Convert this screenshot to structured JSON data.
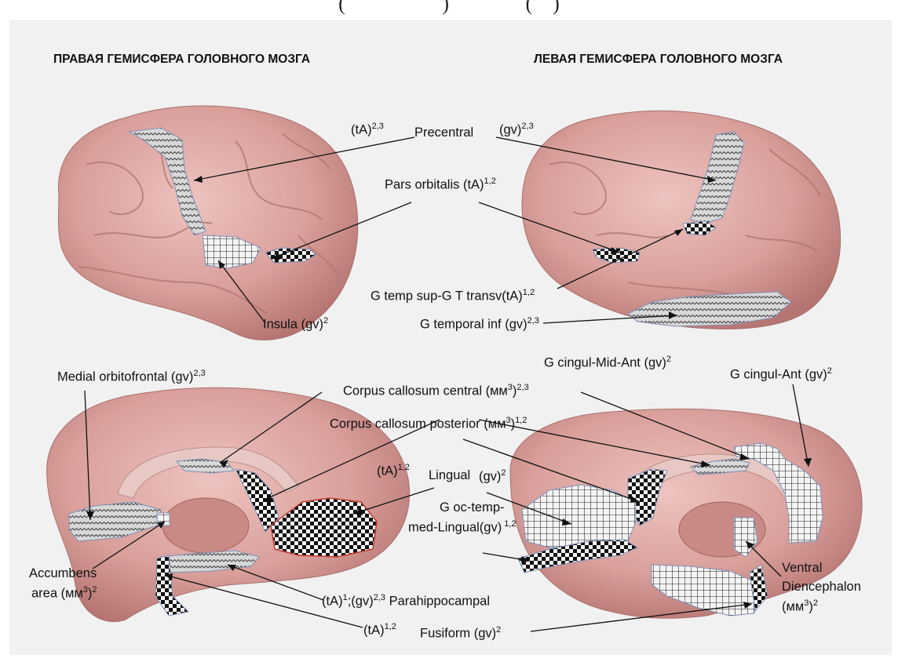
{
  "caption": "(                   )               (    )",
  "titles": {
    "right_hemisphere": "ПРАВАЯ ГЕМИСФЕРА ГОЛОВНОГО МОЗГА",
    "left_hemisphere": "ЛЕВАЯ ГЕМИСФЕРА ГОЛОВНОГО МОЗГА"
  },
  "colors": {
    "brain": "#d9a09c",
    "brain_dark": "#b97a76",
    "brain_light": "#ecc3bf",
    "pattern_border": "#7f8fb5",
    "background_panel": "#f1f1f1"
  },
  "labels": {
    "precentral_right": {
      "text": "(tA)",
      "sup": "2,3"
    },
    "precentral_name": {
      "text": "Precentral"
    },
    "precentral_left": {
      "text": "(gv)",
      "sup": "2,3"
    },
    "pars_orbitalis": {
      "text": "Pars orbitalis (tA)",
      "sup": "1,2"
    },
    "g_temp_sup": {
      "text": "G temp sup-G T transv(tA)",
      "sup": "1,2"
    },
    "insula": {
      "text": "Insula (gv)",
      "sup": "2"
    },
    "g_temporal_inf": {
      "text": "G temporal inf (gv)",
      "sup": "2,3"
    },
    "medial_orbitofrontal": {
      "text": "Medial orbitofrontal (gv)",
      "sup": "2,3"
    },
    "g_cingul_mid_ant": {
      "text": "G cingul-Mid-Ant (gv)",
      "sup": "2"
    },
    "g_cingul_ant": {
      "text": "G cingul-Ant (gv)",
      "sup": "2"
    },
    "cc_central": {
      "text": "Corpus callosum central (мм",
      "sup_mid": "3",
      "text2": ")",
      "sup": "2,3"
    },
    "cc_posterior": {
      "text": "Corpus callosum posterior (мм",
      "sup_mid": "3",
      "text2": ")",
      "sup": "1,2"
    },
    "lingual_ta": {
      "text": "(tA)",
      "sup": "1,2"
    },
    "lingual_name": {
      "text": "Lingual"
    },
    "lingual_gv": {
      "text": "(gv)",
      "sup": "2"
    },
    "g_oc_temp_line1": {
      "text": "G oc-temp-"
    },
    "g_oc_temp_line2": {
      "text": "med-Lingual(gv)",
      "sup": " 1,2"
    },
    "accumbens_line1": {
      "text": "Accumbens"
    },
    "accumbens_line2": {
      "text": "area (мм",
      "sup_mid": "3",
      "text2": ")",
      "sup": "2"
    },
    "parahippocampal": {
      "text": "(tA)",
      "sup_mid": "1",
      "text2": ";(gv)",
      "sup": "2,3",
      "text3": " Parahippocampal"
    },
    "ventral_line1": {
      "text": "Ventral"
    },
    "ventral_line2": {
      "text": "Diencephalon"
    },
    "ventral_line3": {
      "text": "(мм",
      "sup_mid": "3",
      "text2": ")",
      "sup": "2"
    },
    "fusiform_ta": {
      "text": "(tA)",
      "sup": "1,2"
    },
    "fusiform_name": {
      "text": "Fusiform  (gv)",
      "sup": "2"
    }
  }
}
